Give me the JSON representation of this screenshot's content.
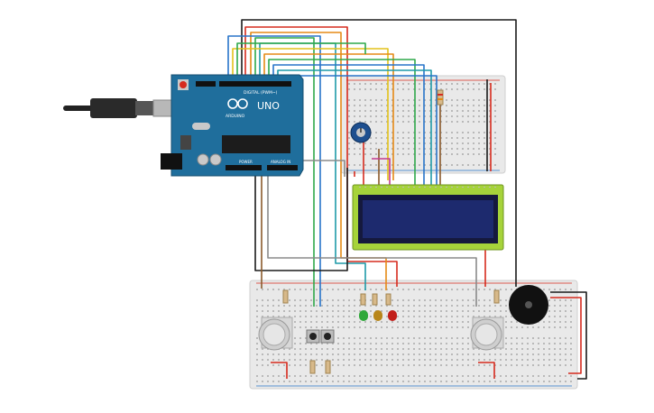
{
  "arduino": {
    "brand": "UNO",
    "logo_text": "ARDUINO",
    "digital_header": "DIGITAL (PWM~)",
    "power_header": "POWER",
    "analog_header": "ANALOG IN",
    "board_color": "#1f6e9c",
    "chip_color": "#1c1c1c"
  },
  "lcd": {
    "screen_color": "#1d2a6e",
    "bezel_color": "#a6d33a"
  },
  "colors": {
    "wire_black": "#1b1b1b",
    "wire_red": "#d62b1e",
    "wire_orange": "#e58a16",
    "wire_yellow": "#e3c21a",
    "wire_green": "#2fa84a",
    "wire_blue": "#2874c9",
    "wire_brown": "#8a5a2b",
    "wire_gray": "#8a8a8a",
    "wire_magenta": "#c23a8e",
    "wire_teal": "#1f9aa8",
    "breadboard": "#e9e9e9",
    "led_green": "#2fa83a",
    "led_yellow": "#b8861a",
    "led_red": "#c21f1a",
    "buzzer": "#111111"
  },
  "components": {
    "ultrasonic_sensors": 2,
    "pushbuttons": 2,
    "leds": [
      "green",
      "yellow",
      "red"
    ],
    "potentiometer": 1,
    "buzzer": 1,
    "lcd": "16x2"
  }
}
